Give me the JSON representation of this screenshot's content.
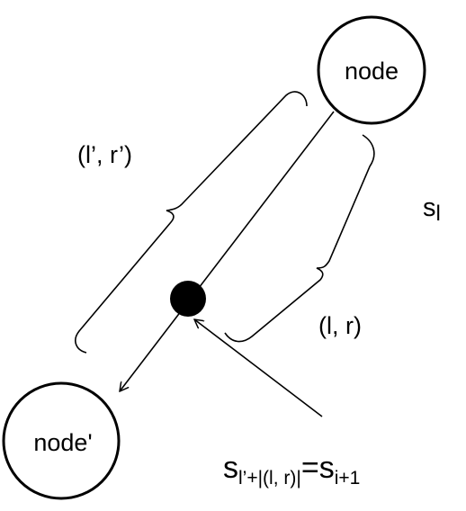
{
  "nodes": {
    "top": {
      "label": "node"
    },
    "bottom": {
      "label": "node'"
    }
  },
  "labels": {
    "outer_edge_range": "(l’, r’)",
    "inner_edge_range": "(l, r)",
    "s_index_var": "s",
    "s_index_sub": "l",
    "formula": {
      "left_var": "s",
      "left_sub": "l’+|(l, r)|",
      "equals": "=",
      "right_var": "s",
      "right_sub": "i+1"
    }
  },
  "colors": {
    "stroke": "#000000",
    "background": "#ffffff",
    "marker_fill": "#000000"
  }
}
